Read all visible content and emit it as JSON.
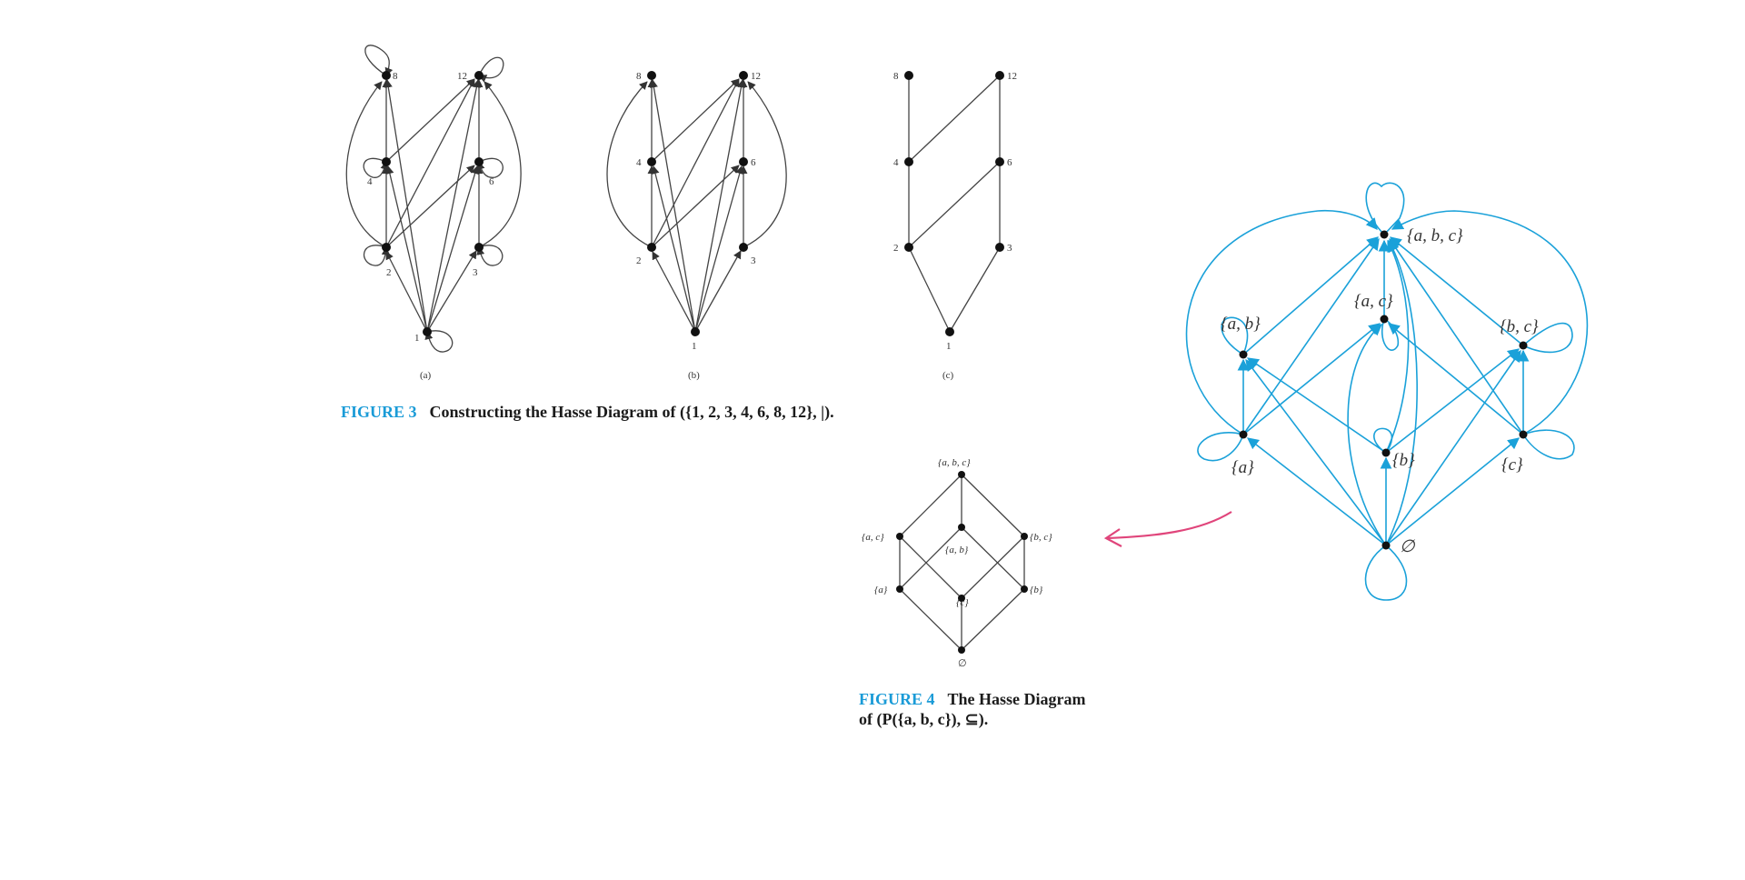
{
  "figure3": {
    "caption_number": "FIGURE 3",
    "caption_text": "Constructing the Hasse Diagram of ({1, 2, 3, 4, 6, 8, 12}, |).",
    "panels": [
      {
        "id": "a",
        "label": "(a)"
      },
      {
        "id": "b",
        "label": "(b)"
      },
      {
        "id": "c",
        "label": "(c)"
      }
    ],
    "node_labels": [
      "1",
      "2",
      "3",
      "4",
      "6",
      "8",
      "12"
    ]
  },
  "figure4": {
    "caption_number": "FIGURE 4",
    "caption_line1": "The Hasse Diagram",
    "caption_line2": "of (P({a, b, c}), ⊆).",
    "node_labels": {
      "abc": "{a, b, c}",
      "ac": "{a, c}",
      "ab": "{a, b}",
      "bc": "{b, c}",
      "a": "{a}",
      "c": "{c}",
      "b": "{b}",
      "empty": "∅"
    }
  },
  "handdrawn": {
    "node_labels": {
      "abc": "{a, b, c}",
      "ac": "{a, c}",
      "ab": "{a, b}",
      "bc": "{b, c}",
      "a": "{a}",
      "b": "{b}",
      "c": "{c}",
      "empty": "∅"
    },
    "colors": {
      "edges": "#1aa1d9",
      "arrow": "#e0457b"
    }
  }
}
